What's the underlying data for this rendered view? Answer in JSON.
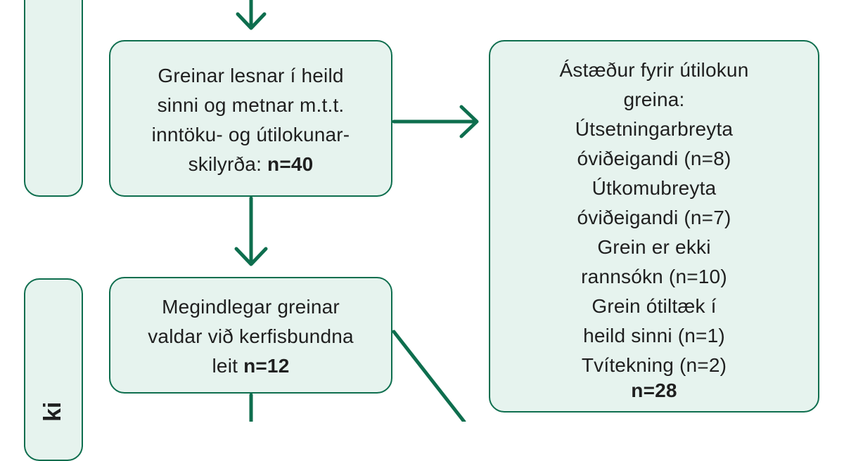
{
  "colors": {
    "stroke": "#0e6e4e",
    "box_fill": "#e6f3ee"
  },
  "boxes": {
    "full_text": {
      "line1": "Greinar lesnar í heild",
      "line2": "sinni og metnar m.t.t.",
      "line3": "inntöku- og útilokunar-",
      "line4_prefix": "skilyrða: ",
      "line4_bold": "n=40"
    },
    "included": {
      "line1": "Megindlegar greinar",
      "line2": "valdar við kerfisbundna",
      "line3_prefix": "leit ",
      "line3_bold": "n=12"
    },
    "exclusions": {
      "line1": "Ástæður fyrir útilokun",
      "line2": "greina:",
      "line3": "Útsetningarbreyta",
      "line4": "óviðeigandi (n=8)",
      "line5": "Útkomubreyta",
      "line6": "óviðeigandi (n=7)",
      "line7": "Grein er ekki",
      "line8": "rannsókn (n=10)",
      "line9": "Grein ótiltæk í",
      "line10": "heild sinni (n=1)",
      "line11": "Tvítekning (n=2)",
      "total_bold": "n=28"
    }
  },
  "side_labels": {
    "partial": "ki"
  }
}
